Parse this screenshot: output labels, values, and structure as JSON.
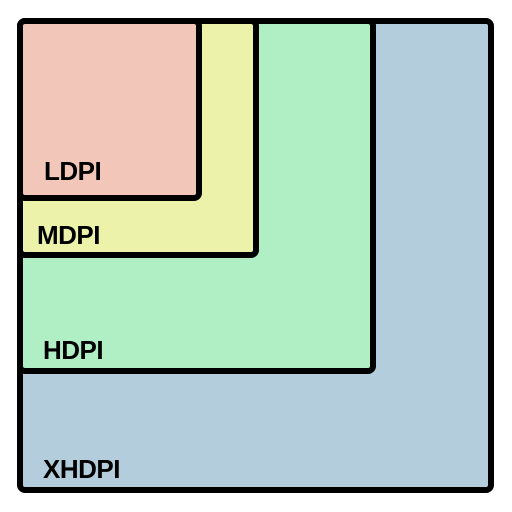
{
  "diagram": {
    "boxes": [
      {
        "id": "xhdpi",
        "label": "XHDPI",
        "color": "#b3cddc"
      },
      {
        "id": "hdpi",
        "label": "HDPI",
        "color": "#b0eec3"
      },
      {
        "id": "mdpi",
        "label": "MDPI",
        "color": "#ecf2a9"
      },
      {
        "id": "ldpi",
        "label": "LDPI",
        "color": "#f2c6b8"
      }
    ]
  }
}
